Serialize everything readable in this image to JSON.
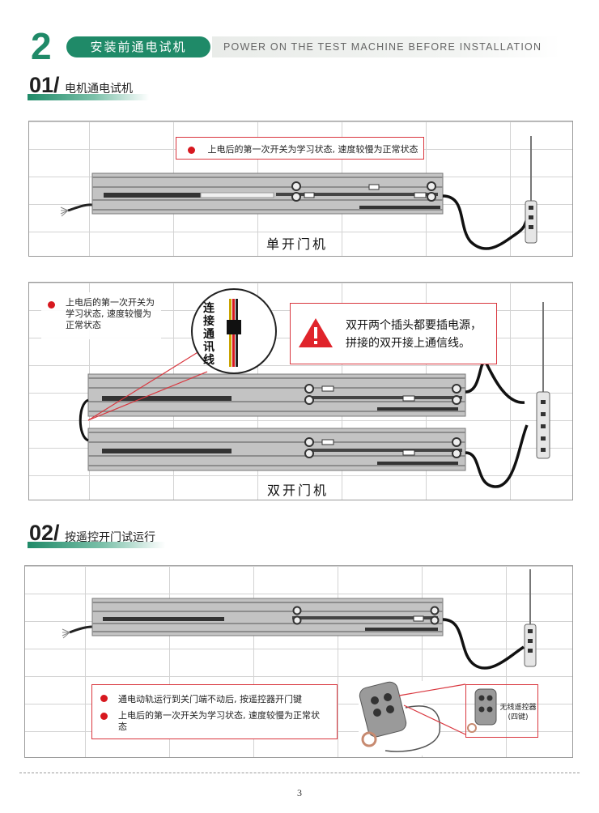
{
  "header": {
    "chapter_number": "2",
    "chapter_title": "安装前通电试机",
    "chapter_title_en": "POWER ON THE TEST MACHINE BEFORE INSTALLATION"
  },
  "section1": {
    "number": "01/",
    "title": "电机通电试机",
    "single": {
      "note": "上电后的第一次开关为学习状态, 速度较慢为正常状态",
      "caption": "单开门机"
    },
    "double": {
      "note": "上电后的第一次开关为学习状态, 速度较慢为正常状态",
      "connector_label": "连接通讯线",
      "warning": "双开两个插头都要插电源，拼接的双开接上通信线。",
      "caption": "双开门机"
    }
  },
  "section2": {
    "number": "02/",
    "title": "按遥控开门试运行",
    "notes": [
      "通电动轨运行到关门端不动后, 按遥控器开门键",
      "上电后的第一次开关为学习状态, 速度较慢为正常状态"
    ],
    "remote_label_line1": "无线遥控器",
    "remote_label_line2": "(四键)"
  },
  "footer": {
    "page_number": "3"
  },
  "colors": {
    "accent_green": "#1f8a68",
    "note_red": "#d7181f",
    "rail_gray": "#b9b9b9"
  }
}
